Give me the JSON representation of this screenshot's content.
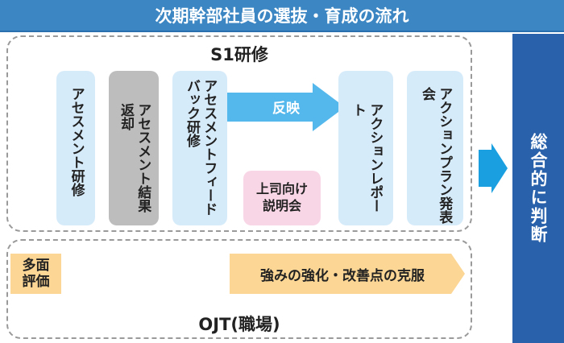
{
  "title": "次期幹部社員の選抜・育成の流れ",
  "s1": {
    "label": "S1研修",
    "steps": [
      "アセスメント研修",
      "アセスメント結果返却",
      "アセスメントフィードバック研修",
      "アクションレポート",
      "アクションプラン発表会"
    ],
    "arrow_label": "反映",
    "sub_box": "上司向け説明会"
  },
  "ojt": {
    "label": "OJT(職場)",
    "left_box": "多面評価",
    "arrow_label": "強みの強化・改善点の克服"
  },
  "result": "総合的に判断",
  "colors": {
    "header": "#3b86c3",
    "panel": "#2962ab",
    "step": "#d6ebfa",
    "gray": "#bdbdbd",
    "pink": "#f9d6e6",
    "orange": "#fcd694",
    "arrow": "#55b8ec"
  }
}
